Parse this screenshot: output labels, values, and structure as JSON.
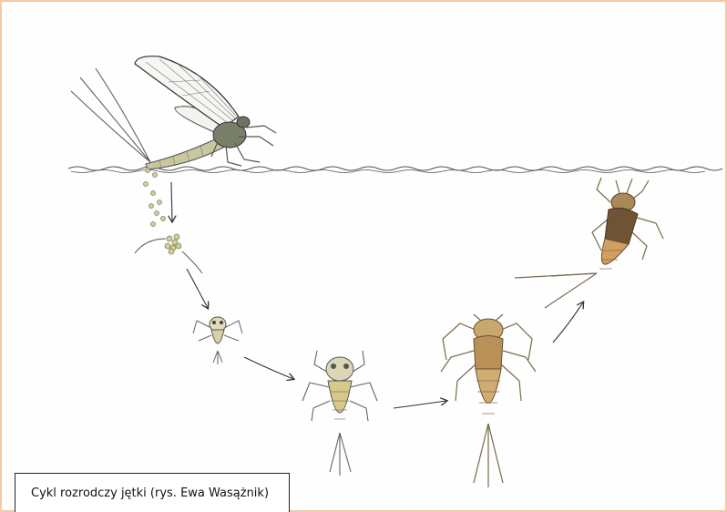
{
  "caption": "Cykl rozrodczy jętki (rys. Ewa Wasążnik)",
  "stages": [
    "adult-mayfly",
    "eggs",
    "young-larva",
    "larva-2",
    "larva-3",
    "mature-nymph"
  ],
  "colors": {
    "frame": "#f3c9a8",
    "ink": "#333333",
    "water": "#555555",
    "egg": "#c8c878",
    "larva_light": "#d8d0a0",
    "larva_mid": "#c9a86a",
    "larva_dark": "#8a6a3c"
  }
}
